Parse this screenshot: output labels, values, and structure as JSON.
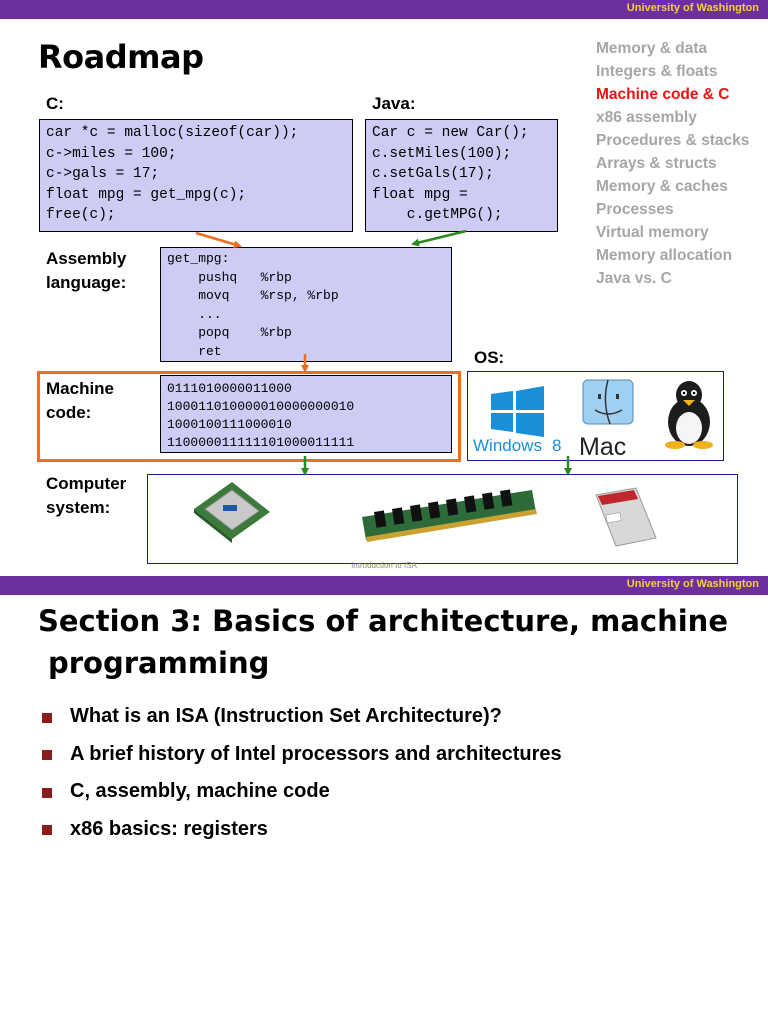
{
  "slide1": {
    "header": {
      "university": "University of Washington"
    },
    "title": "Roadmap",
    "c_label": "C:",
    "java_label": "Java:",
    "c_code": "car *c = malloc(sizeof(car));\nc->miles = 100;\nc->gals = 17;\nfloat mpg = get_mpg(c);\nfree(c);",
    "java_code": "Car c = new Car();\nc.setMiles(100);\nc.setGals(17);\nfloat mpg =\n    c.getMPG();",
    "assembly_label": "Assembly\nlanguage:",
    "assembly_code": "get_mpg:\n    pushq   %rbp\n    movq    %rsp, %rbp\n    ...\n    popq    %rbp\n    ret",
    "machine_label": "Machine\ncode:",
    "machine_code": "0111010000011000\n100011010000010000000010\n1000100111000010\n110000011111101000011111",
    "os_label": "OS:",
    "computer_label": "Computer\nsystem:",
    "os_names": {
      "windows": "Windows",
      "windows_version": "8",
      "mac": "Mac"
    },
    "footer": "Introduction to ISA",
    "roadmap": [
      {
        "label": "Memory & data",
        "active": false
      },
      {
        "label": "Integers & floats",
        "active": false
      },
      {
        "label": "Machine code & C",
        "active": true
      },
      {
        "label": "x86 assembly",
        "active": false
      },
      {
        "label": "Procedures & stacks",
        "active": false
      },
      {
        "label": "Arrays & structs",
        "active": false
      },
      {
        "label": "Memory & caches",
        "active": false
      },
      {
        "label": "Processes",
        "active": false
      },
      {
        "label": "Virtual memory",
        "active": false
      },
      {
        "label": "Memory allocation",
        "active": false
      },
      {
        "label": "Java vs. C",
        "active": false
      }
    ],
    "colors": {
      "header": "#6e2f9e",
      "university": "#f2d03b",
      "code_bg": "#ccccf5",
      "active_item": "#ee1111",
      "inactive_item": "#a6a6a6",
      "orange_arrow": "#ee6e1c",
      "green_arrow": "#2b8a1a"
    }
  },
  "slide2": {
    "header": {
      "university": "University of Washington"
    },
    "title_line1": "Section 3: Basics of architecture, machine",
    "title_line2": "programming",
    "bullets": [
      "What is an ISA (Instruction Set Architecture)?",
      "A brief history of Intel processors and architectures",
      "C, assembly, machine code",
      "x86 basics: registers"
    ],
    "bullet_color": "#8b1c1c"
  }
}
